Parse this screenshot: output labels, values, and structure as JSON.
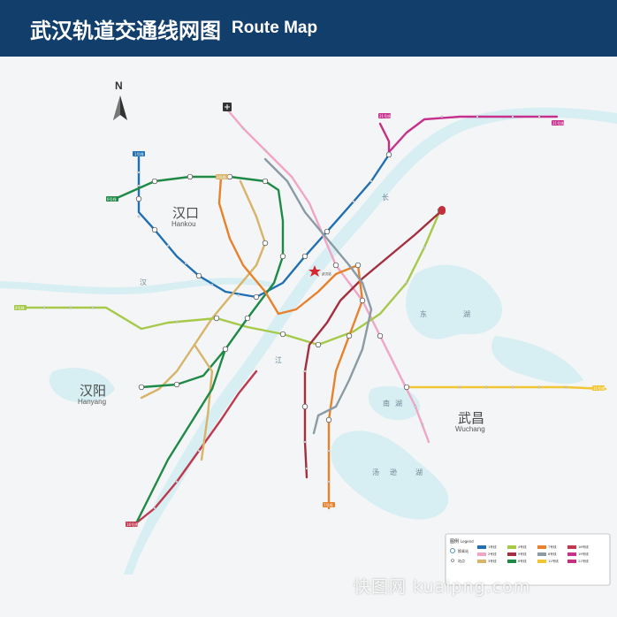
{
  "header": {
    "title_cn": "武汉轨道交通线网图",
    "title_en": "Route Map"
  },
  "compass": {
    "label": "N"
  },
  "districts": [
    {
      "id": "hankou",
      "cn": "汉口",
      "en": "Hankou"
    },
    {
      "id": "hanyang",
      "cn": "汉阳",
      "en": "Hanyang"
    },
    {
      "id": "wuchang",
      "cn": "武昌",
      "en": "Wuchang"
    }
  ],
  "water_labels": [
    {
      "id": "chang",
      "text": "长"
    },
    {
      "id": "jiang",
      "text": "江"
    },
    {
      "id": "dong",
      "text": "东"
    },
    {
      "id": "hu1",
      "text": "湖"
    },
    {
      "id": "nan",
      "text": "南"
    },
    {
      "id": "hu2",
      "text": "湖"
    },
    {
      "id": "tang",
      "text": "汤"
    },
    {
      "id": "xun",
      "text": "逊"
    },
    {
      "id": "hu3",
      "text": "湖"
    },
    {
      "id": "han",
      "text": "汉"
    }
  ],
  "landmark": {
    "label": "武汉站",
    "icon": "railway-station-icon"
  },
  "lines": [
    {
      "id": "L1",
      "label": "1号线",
      "color": "#1f6fb2"
    },
    {
      "id": "L2",
      "label": "2号线",
      "color": "#f1a5c6"
    },
    {
      "id": "L3",
      "label": "3号线",
      "color": "#d8b46a"
    },
    {
      "id": "L4",
      "label": "4号线",
      "color": "#a6c94a"
    },
    {
      "id": "L5",
      "label": "5号线",
      "color": "#a42f3e"
    },
    {
      "id": "L6",
      "label": "6号线",
      "color": "#1e8a46"
    },
    {
      "id": "L7",
      "label": "7号线",
      "color": "#e7812b"
    },
    {
      "id": "L8",
      "label": "8号线",
      "color": "#8a9ba5"
    },
    {
      "id": "L11",
      "label": "11号线",
      "color": "#f2c633"
    },
    {
      "id": "L19",
      "label": "19号线",
      "color": "#c7308d"
    },
    {
      "id": "L21",
      "label": "21号线",
      "color": "#c42f7f"
    },
    {
      "id": "L16",
      "label": "16号线",
      "color": "#c0384f"
    }
  ],
  "terminals": [
    {
      "id": "t1",
      "label": "1号线",
      "color": "#1f6fb2"
    },
    {
      "id": "t21",
      "label": "21号线",
      "color": "#c7308d"
    },
    {
      "id": "t5",
      "label": "5号线",
      "color": "#c42f3c"
    },
    {
      "id": "t7",
      "label": "7号线",
      "color": "#e7812b"
    },
    {
      "id": "t11",
      "label": "11号线",
      "color": "#f2c633"
    },
    {
      "id": "t16",
      "label": "16号线",
      "color": "#c0384f"
    },
    {
      "id": "t6",
      "label": "6号线",
      "color": "#1e8a46"
    },
    {
      "id": "t4",
      "label": "4号线",
      "color": "#a6c94a"
    },
    {
      "id": "t3",
      "label": "3号线",
      "color": "#d8b46a"
    }
  ],
  "legend": {
    "title": "图例",
    "title_en": "Legend",
    "items": [
      {
        "id": "transfer",
        "label": "换乘站"
      },
      {
        "id": "station",
        "label": "站点"
      }
    ],
    "lines": [
      {
        "label": "1号线",
        "color": "#1f6fb2"
      },
      {
        "label": "2号线",
        "color": "#f1a5c6"
      },
      {
        "label": "3号线",
        "color": "#d8b46a"
      },
      {
        "label": "4号线",
        "color": "#a6c94a"
      },
      {
        "label": "5号线",
        "color": "#a42f3e"
      },
      {
        "label": "6号线",
        "color": "#1e8a46"
      },
      {
        "label": "7号线",
        "color": "#e7812b"
      },
      {
        "label": "8号线",
        "color": "#8a9ba5"
      },
      {
        "label": "11号线",
        "color": "#f2c633"
      },
      {
        "label": "16号线",
        "color": "#c0384f"
      },
      {
        "label": "19号线",
        "color": "#c7308d"
      },
      {
        "label": "21号线",
        "color": "#c42f7f"
      }
    ]
  },
  "watermark": "快图网 kuaipng.com"
}
